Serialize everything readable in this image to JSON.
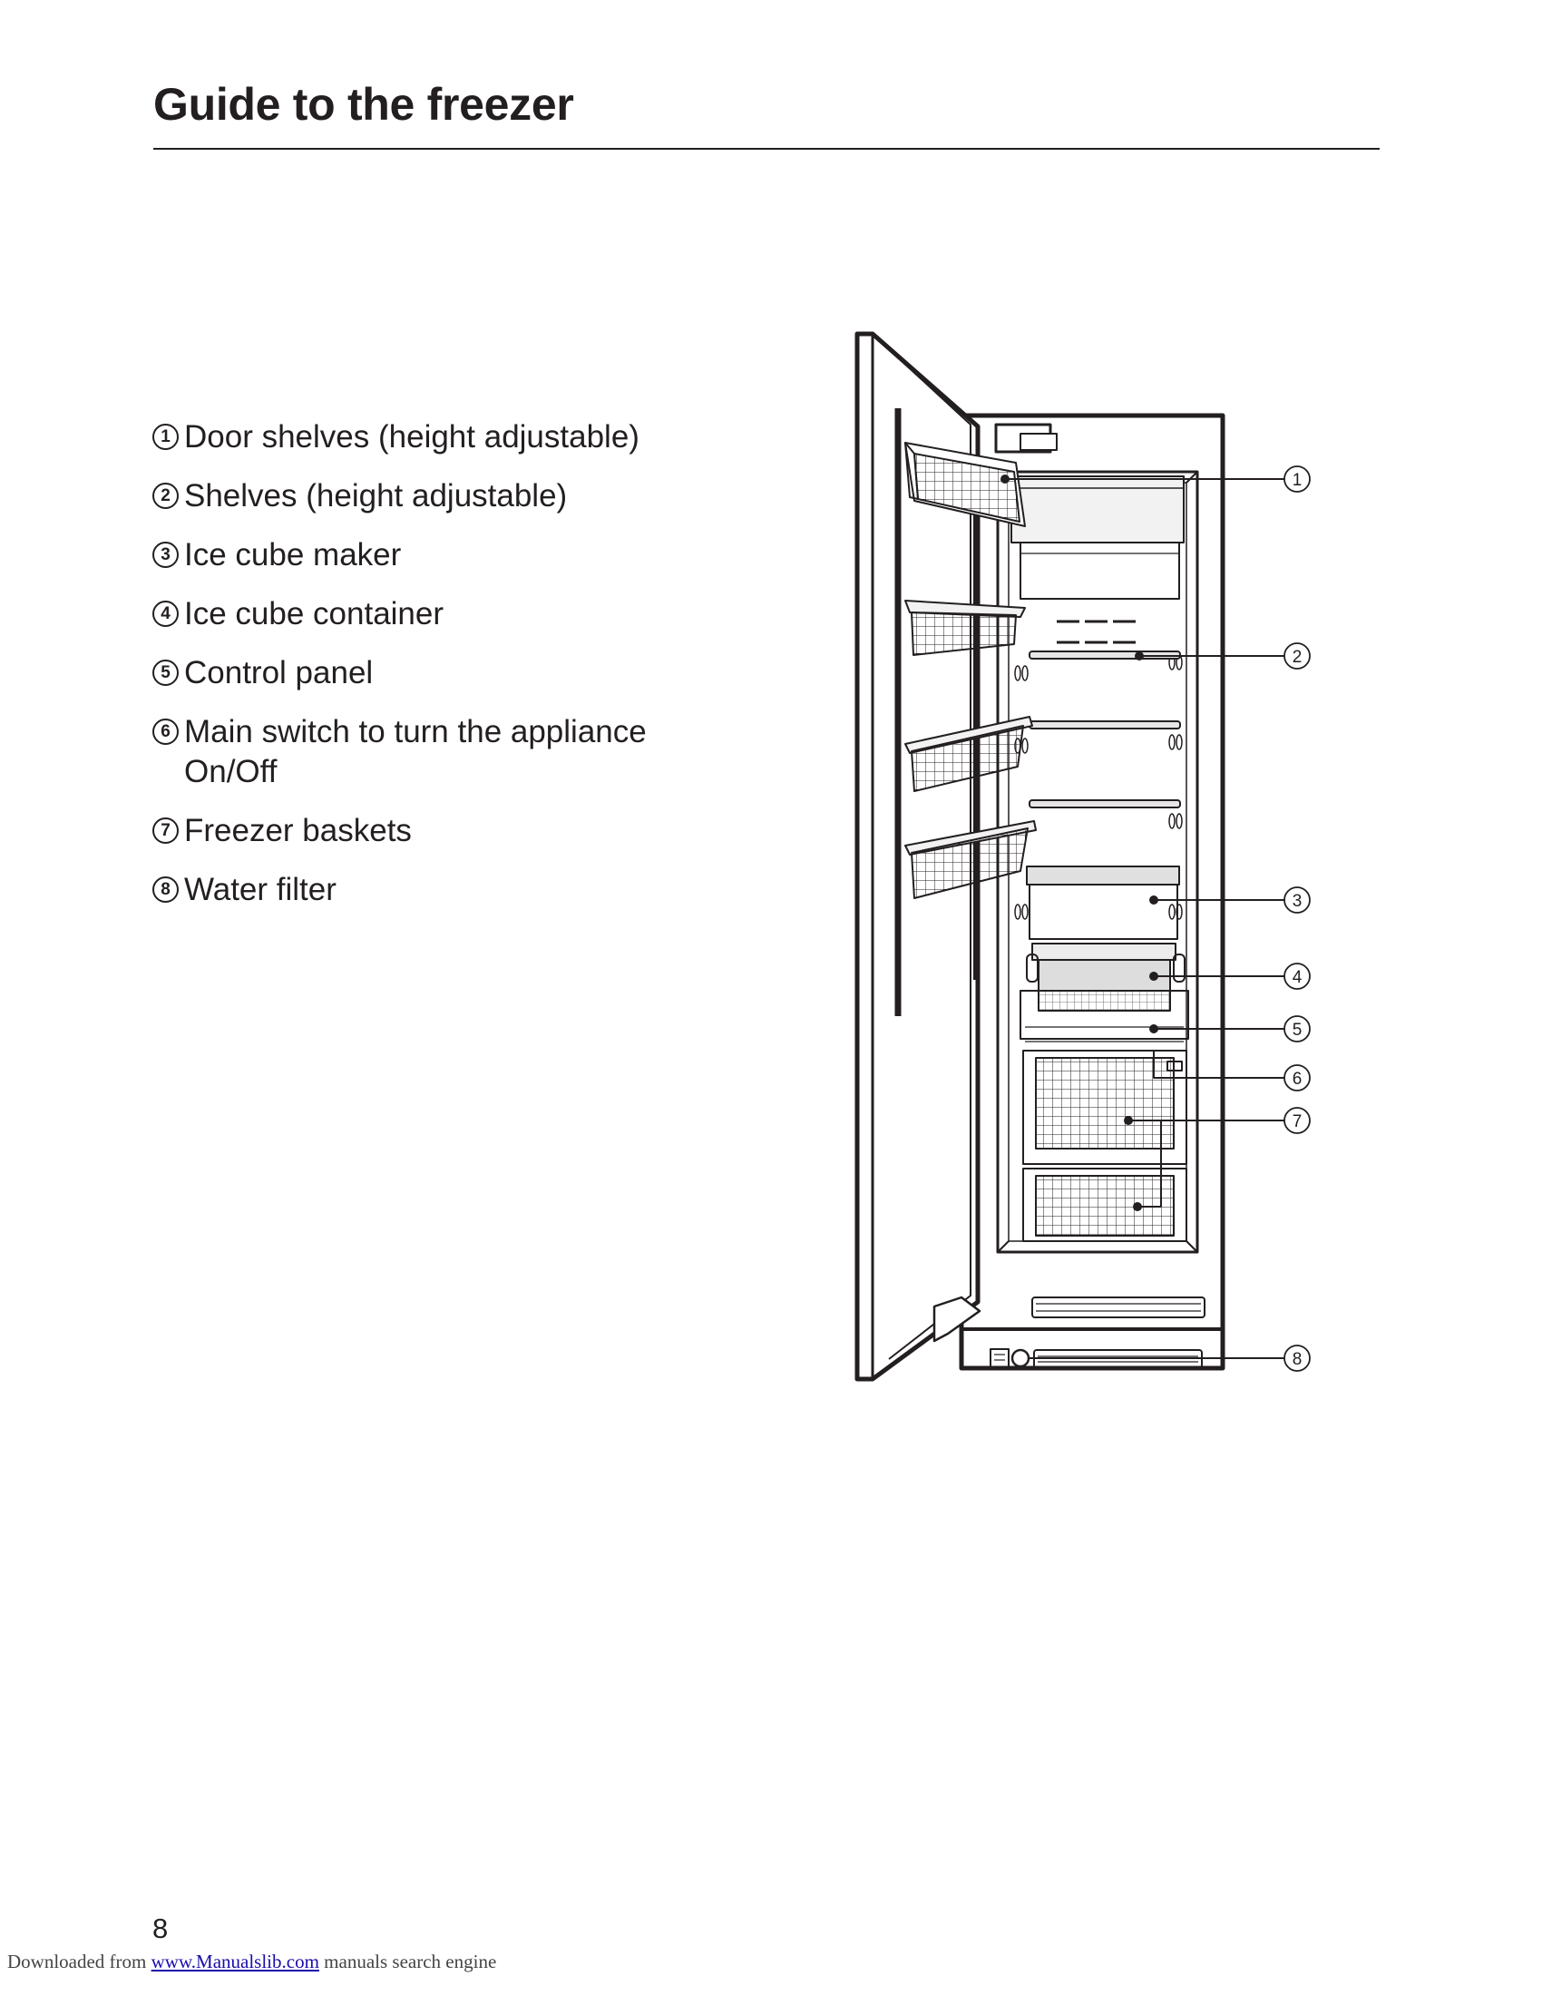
{
  "page": {
    "title": "Guide to the freezer",
    "page_number": "8"
  },
  "legend": [
    {
      "num": "1",
      "text": "Door shelves (height adjustable)"
    },
    {
      "num": "2",
      "text": "Shelves (height adjustable)"
    },
    {
      "num": "3",
      "text": "Ice cube maker"
    },
    {
      "num": "4",
      "text": "Ice cube container"
    },
    {
      "num": "5",
      "text": "Control panel"
    },
    {
      "num": "6",
      "text": "Main switch to turn the appliance On/Off"
    },
    {
      "num": "7",
      "text": "Freezer baskets"
    },
    {
      "num": "8",
      "text": "Water filter"
    }
  ],
  "diagram": {
    "callouts": [
      "1",
      "2",
      "3",
      "4",
      "5",
      "6",
      "7",
      "8"
    ]
  },
  "footer": {
    "prefix": "Downloaded from",
    "link_text": "www.Manualslib.com",
    "suffix": "manuals search engine"
  }
}
